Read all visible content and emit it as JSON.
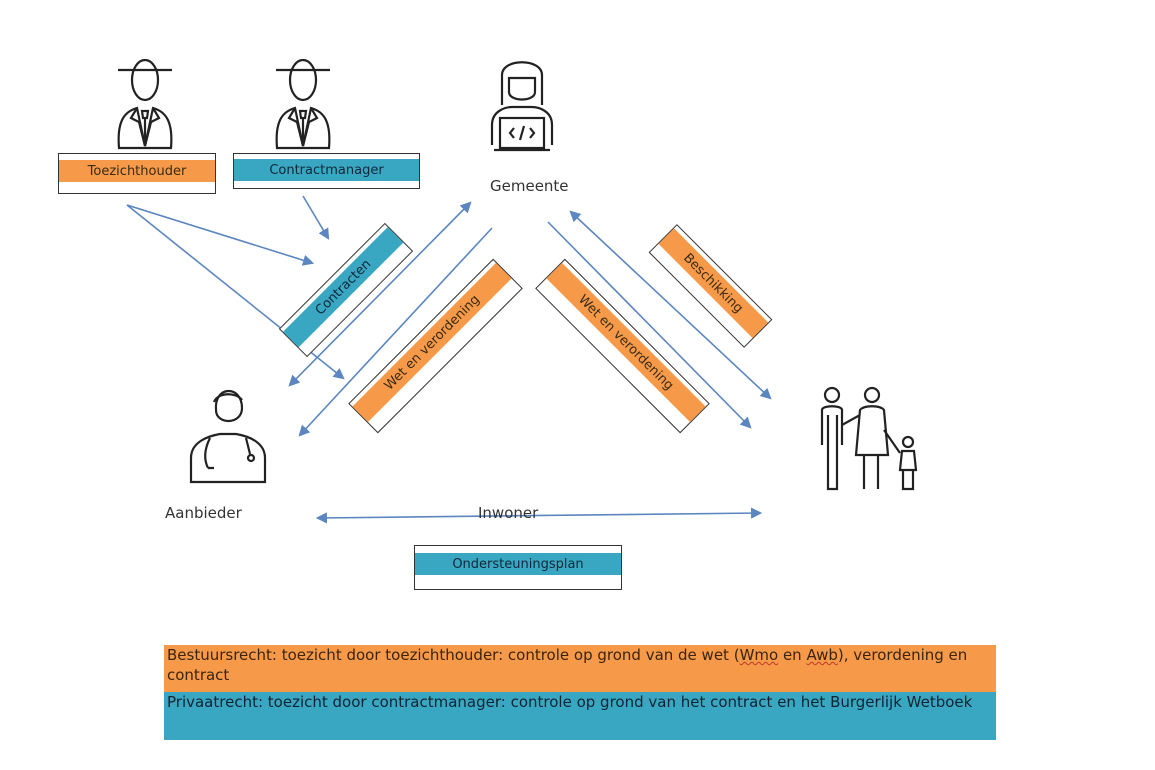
{
  "actors": {
    "toezichthouder": {
      "label": "Toezichthouder",
      "icon": "detective-icon",
      "color": "#f69a4a"
    },
    "contractmanager": {
      "label": "Contractmanager",
      "icon": "detective-icon",
      "color": "#3aa7c2"
    },
    "gemeente": {
      "label": "Gemeente",
      "icon": "developer-woman-icon"
    },
    "aanbieder": {
      "label": "Aanbieder",
      "icon": "doctor-icon"
    },
    "inwoner": {
      "label": "Inwoner",
      "icon": "family-icon"
    }
  },
  "relations": {
    "contracten": {
      "label": "Contracten",
      "color": "#3aa7c2"
    },
    "wet_left": {
      "label": "Wet en verordening",
      "color": "#f69a4a"
    },
    "wet_right": {
      "label": "Wet en verordening",
      "color": "#f69a4a"
    },
    "beschikking": {
      "label": "Beschikking",
      "color": "#f69a4a"
    },
    "ondersteuningsplan": {
      "label": "Ondersteuningsplan",
      "color": "#3aa7c2"
    }
  },
  "legend": {
    "bestuursrecht_pre": "Bestuursrecht: toezicht door toezichthouder: controle op grond van de wet (",
    "wmo": "Wmo",
    "en": " en ",
    "awb": "Awb",
    "bestuursrecht_post": "), verordening en contract",
    "privaatrecht": "Privaatrecht: toezicht door contractmanager: controle op grond van het contract en het Burgerlijk Wetboek"
  },
  "colors": {
    "arrow": "#5b86c0",
    "orange": "#f69a4a",
    "blue": "#3aa7c2"
  }
}
